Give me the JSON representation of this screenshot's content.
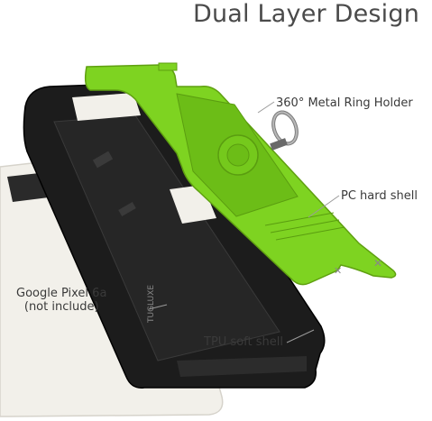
{
  "title": "Dual Layer Design",
  "callouts": {
    "ring_holder": "360° Metal Ring Holder",
    "pc_shell": "PC hard shell",
    "phone_line1": "Google Pixel 6a",
    "phone_line2": "(not include)",
    "tpu_shell": "TPU soft shell"
  },
  "case_brand_mark": "TUGLUXE",
  "colors": {
    "pc_shell": "#7ed321",
    "tpu_shell": "#1c1c1c",
    "phone_body": "#f2f0ea",
    "callout_line": "#9a9a9a"
  },
  "icons": [
    "phone-logo-icon",
    "ring-holder-icon"
  ]
}
